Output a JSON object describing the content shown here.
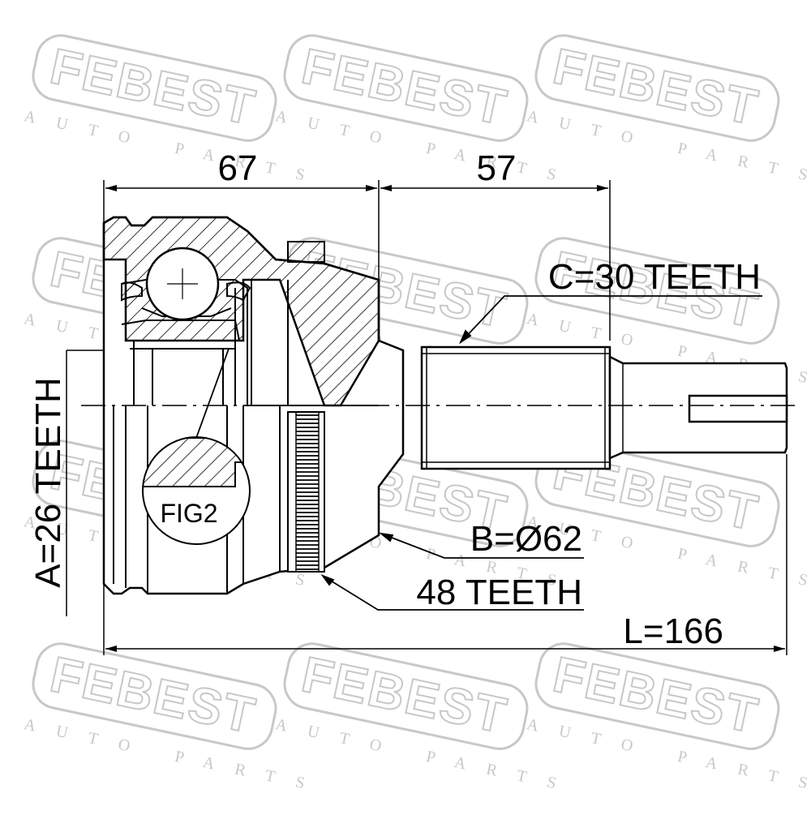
{
  "watermark": {
    "brand": "FEBEST",
    "subtitle": "AUTO PARTS"
  },
  "dimensions": {
    "left_length": "67",
    "right_length": "57",
    "total_length": "L=166",
    "inner_spline": "A=26 TEETH",
    "outer_spline": "C=30 TEETH",
    "diameter": "B=Ø62",
    "abs_ring": "48 TEETH"
  },
  "figure_label": "FIG2",
  "colors": {
    "line": "#000000",
    "watermark": "#c8c8c8",
    "background": "#ffffff"
  }
}
